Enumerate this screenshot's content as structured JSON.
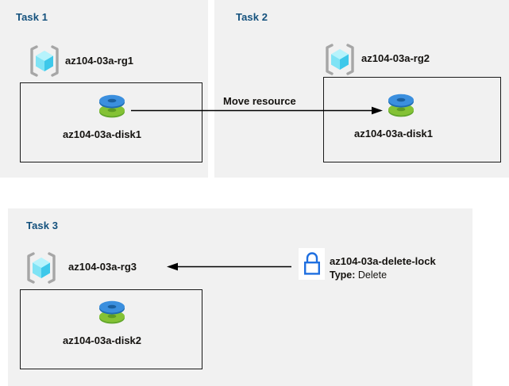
{
  "diagram": {
    "title_color": "#14517d",
    "panel_bg": "#f1f1f1",
    "page_bg": "#ffffff",
    "accent_blue": "#1f6fe0",
    "disk_blue": "#3b8fde",
    "disk_green": "#7ab52e",
    "cube_cyan": "#7fe3f5",
    "bracket_gray": "#a6a6a6"
  },
  "tasks": [
    {
      "id": "task-1",
      "title": "Task 1",
      "resource_group": {
        "label": "az104-03a-rg1",
        "icon": "resource-group-icon"
      },
      "resource": {
        "label": "az104-03a-disk1",
        "icon": "managed-disk-icon"
      }
    },
    {
      "id": "task-2",
      "title": "Task 2",
      "resource_group": {
        "label": "az104-03a-rg2",
        "icon": "resource-group-icon"
      },
      "resource": {
        "label": "az104-03a-disk1",
        "icon": "managed-disk-icon"
      }
    },
    {
      "id": "task-3",
      "title": "Task 3",
      "resource_group": {
        "label": "az104-03a-rg3",
        "icon": "resource-group-icon"
      },
      "resource": {
        "label": "az104-03a-disk2",
        "icon": "managed-disk-icon"
      },
      "lock": {
        "icon": "lock-icon",
        "label": "az104-03a-delete-lock",
        "type_key": "Type:",
        "type_value": " Delete"
      }
    }
  ],
  "connectors": {
    "move_resource": {
      "label": "Move resource",
      "direction": "right",
      "from": "task-1-disk1",
      "to": "task-2-disk1"
    },
    "lock_applies_to": {
      "label": "",
      "direction": "left",
      "from": "az104-03a-delete-lock",
      "to": "az104-03a-rg3"
    }
  }
}
